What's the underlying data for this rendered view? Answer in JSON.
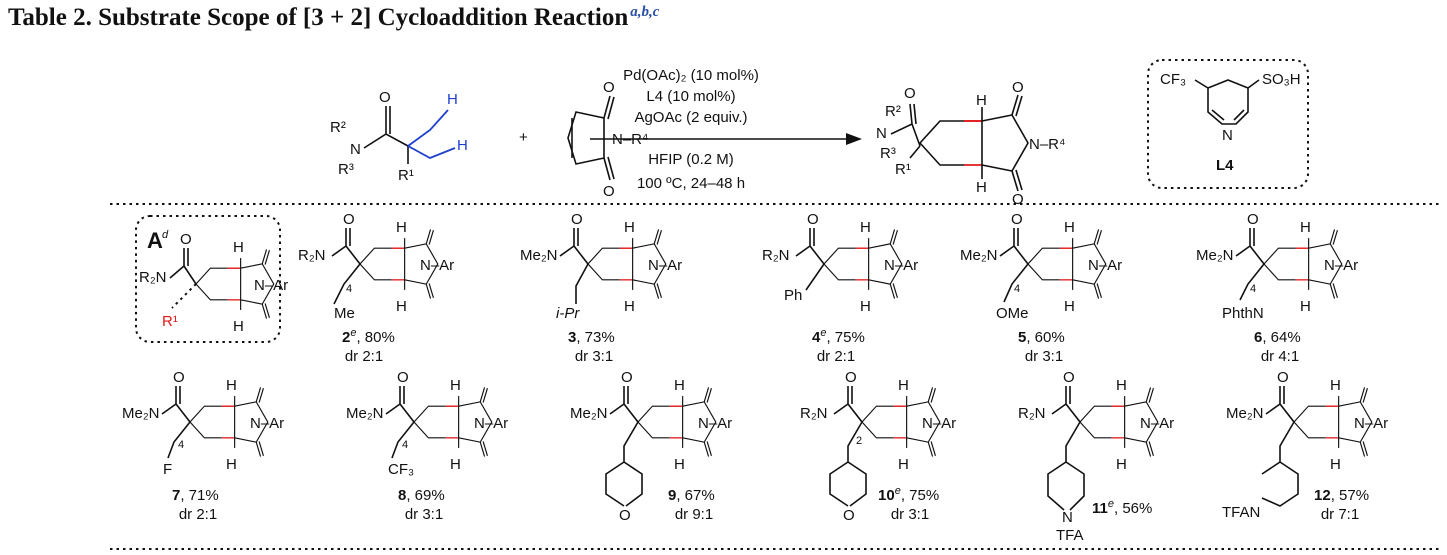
{
  "caption": {
    "text": "Table 2. Substrate Scope of [3 + 2] Cycloaddition Reaction",
    "footnotes": "a,b,c"
  },
  "reaction": {
    "conditions": [
      "Pd(OAc)₂ (10 mol%)",
      "L4 (10 mol%)",
      "AgOAc (2 equiv.)",
      "HFIP (0.2 M)",
      "100 ºC, 24–48 h"
    ],
    "reactant": {
      "R2": "R²",
      "N": "N",
      "R3": "R³",
      "R1": "R¹",
      "H1": "H",
      "H2": "H"
    },
    "maleimide": {
      "O1": "O",
      "O2": "O",
      "N": "N",
      "R4": "–R⁴"
    },
    "plus": "+",
    "product": {
      "R2": "R²",
      "N": "N",
      "R3": "R³",
      "R1": "R¹",
      "O": "O",
      "H1": "H",
      "H2": "H",
      "O1": "O",
      "O2": "O",
      "NR4": "N–R⁴"
    },
    "ligand": {
      "cf3": "CF₃",
      "so3h": "SO₃H",
      "n": "N",
      "label": "L4"
    }
  },
  "template": {
    "label": "A",
    "sup": "d",
    "R2N": "R₂N",
    "R1": "R¹",
    "NAr": "N–Ar",
    "O": "O",
    "H": "H"
  },
  "compounds_row1": [
    {
      "amide": "R₂N",
      "sub": "Me",
      "num": "2",
      "sup": "e",
      "yield": ", 80%",
      "dr": "dr 2:1",
      "bold_dr": true
    },
    {
      "amide": "Me₂N",
      "sub": "i-Pr",
      "num": "3",
      "sup": "",
      "yield": ", 73%",
      "dr": "dr 3:1",
      "bold_dr": true
    },
    {
      "amide": "R₂N",
      "sub": "Ph",
      "num": "4",
      "sup": "e",
      "yield": ", 75%",
      "dr": "dr 2:1",
      "bold_dr": true
    },
    {
      "amide": "Me₂N",
      "sub": "OMe",
      "num": "5",
      "sup": "",
      "yield": ", 60%",
      "dr": "dr 3:1",
      "bold_dr": true
    },
    {
      "amide": "Me₂N",
      "sub": "PhthN",
      "num": "6",
      "sup": "",
      "yield": ", 64%",
      "dr": "dr 4:1",
      "bold_dr": false
    }
  ],
  "compounds_row2": [
    {
      "amide": "Me₂N",
      "sub": "F",
      "num": "7",
      "sup": "",
      "yield": ", 71%",
      "dr": "dr 2:1"
    },
    {
      "amide": "Me₂N",
      "sub": "CF₃",
      "num": "8",
      "sup": "",
      "yield": ", 69%",
      "dr": "dr 3:1"
    },
    {
      "amide": "Me₂N",
      "sub": "O",
      "num": "9",
      "sup": "",
      "yield": ", 67%",
      "dr": "dr 9:1"
    },
    {
      "amide": "R₂N",
      "sub": "O",
      "num": "10",
      "sup": "e",
      "yield": ", 75%",
      "dr": "dr 3:1"
    },
    {
      "amide": "R₂N",
      "sub": "TFA",
      "num": "11",
      "sup": "e",
      "yield": ", 56%",
      "dr": ""
    },
    {
      "amide": "Me₂N",
      "sub": "TFAN",
      "num": "12",
      "sup": "",
      "yield": ", 57%",
      "dr": "dr 7:1"
    }
  ],
  "common": {
    "NAr": "N–Ar",
    "O": "O",
    "H": "H",
    "chain4": "4",
    "chain2": "2",
    "N": "N"
  }
}
